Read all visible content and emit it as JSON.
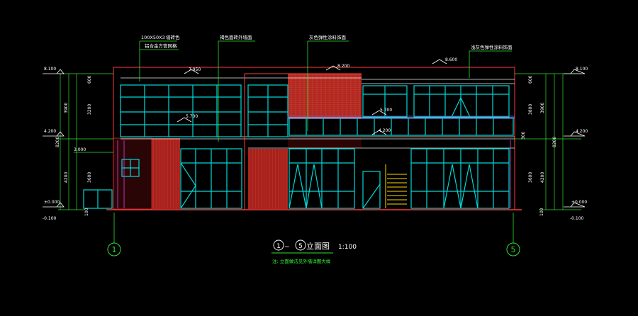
{
  "drawing": {
    "title_axis_start": "1",
    "title_tilde": "~",
    "title_axis_end": "5",
    "title_text": "立面图",
    "scale": "1:100",
    "note": "注: 立面做法见外墙详图大样"
  },
  "annotations": {
    "frame_spec": "100X50X3",
    "frame_color": "墙砖色",
    "grille": "铝合金方管网格",
    "brick": "褐色面砖外墙面",
    "gray_coating": "灰色弹性涂料饰面",
    "light_gray_coating": "浅灰色弹性涂料饰面"
  },
  "dimensions": {
    "roof_8200_center": "8.200",
    "roof_8600_right": "8.600",
    "roof_7950_left": "7.950",
    "mid_5700_left": "5.700",
    "mid_5700_right": "5.700",
    "floor_4200_center": "4.200",
    "left_8100": "8.100",
    "left_4200": "4.200",
    "left_3000": "3.000",
    "left_0000": "±0.000",
    "left_neg": "-0.100",
    "right_8100": "8.100",
    "right_4200": "4.200",
    "right_0000": "±0.000",
    "right_neg": "-0.100",
    "seg_600": "600",
    "seg_3900": "3900",
    "seg_3200": "3200",
    "seg_4200": "4200",
    "seg_3600": "3600",
    "seg_8200": "8200",
    "seg_3800": "3800",
    "seg_300": "300",
    "seg_100": "100"
  },
  "axes": {
    "axis_left": "1",
    "axis_right": "5"
  },
  "colors": {
    "background": "#000000",
    "outline": "#ff3b3b",
    "window": "#00d8d8",
    "brick": "#c42a22",
    "leader": "#2fe02f",
    "text": "#ffffff",
    "dim": "#d8d8d8",
    "green_text": "#33ff33",
    "yellow": "#ffd800",
    "magenta": "#e040e0"
  }
}
